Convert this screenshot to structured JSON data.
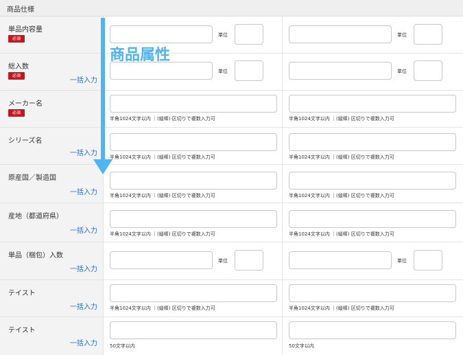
{
  "header": {
    "title": "商品仕様"
  },
  "required_label": "必須",
  "bulk_label": "一括入力",
  "unit_label": "単位",
  "hint_long": "半角1024文字以内 ｜(縦棒) 区切りで複数入力可",
  "hint_short": "50文字以内",
  "overlay": {
    "label": "商品属性"
  },
  "colors": {
    "accent_arrow": "#4fb5f2",
    "required_badge": "#c8161d",
    "link": "#2a6fd0"
  },
  "rows": [
    {
      "label": "単品内容量"
    },
    {
      "label": "総入数"
    },
    {
      "label": "メーカー名"
    },
    {
      "label": "シリーズ名"
    },
    {
      "label": "原産国／製造国"
    },
    {
      "label": "産地（都道府県）"
    },
    {
      "label": "単品（梱包）入数"
    },
    {
      "label": "テイスト"
    },
    {
      "label": "テイスト"
    }
  ]
}
